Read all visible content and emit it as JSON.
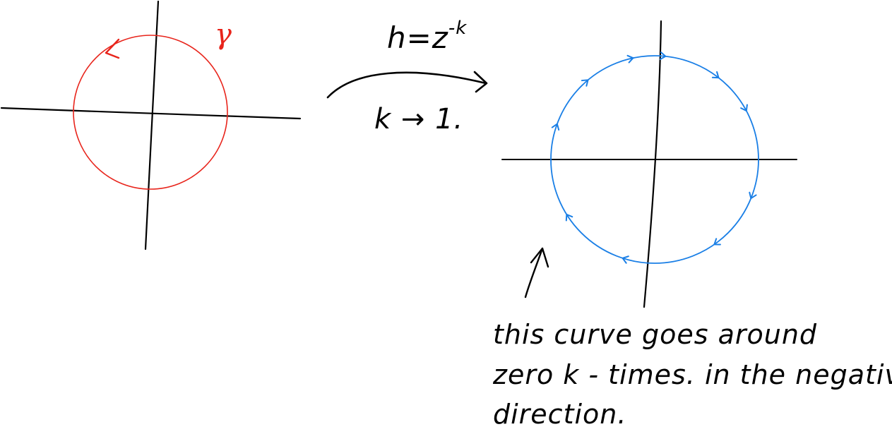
{
  "left_figure": {
    "curve_label": "γ",
    "curve_color": "#e8241b"
  },
  "map": {
    "formula_base": "h=z",
    "formula_exponent": "-k",
    "limit_text": "k → 1."
  },
  "right_figure": {
    "curve_color": "#1a7fe6"
  },
  "annotation": {
    "line1": "this curve  goes around",
    "line2": "zero  k - times. in the negative",
    "line3": "direction."
  }
}
